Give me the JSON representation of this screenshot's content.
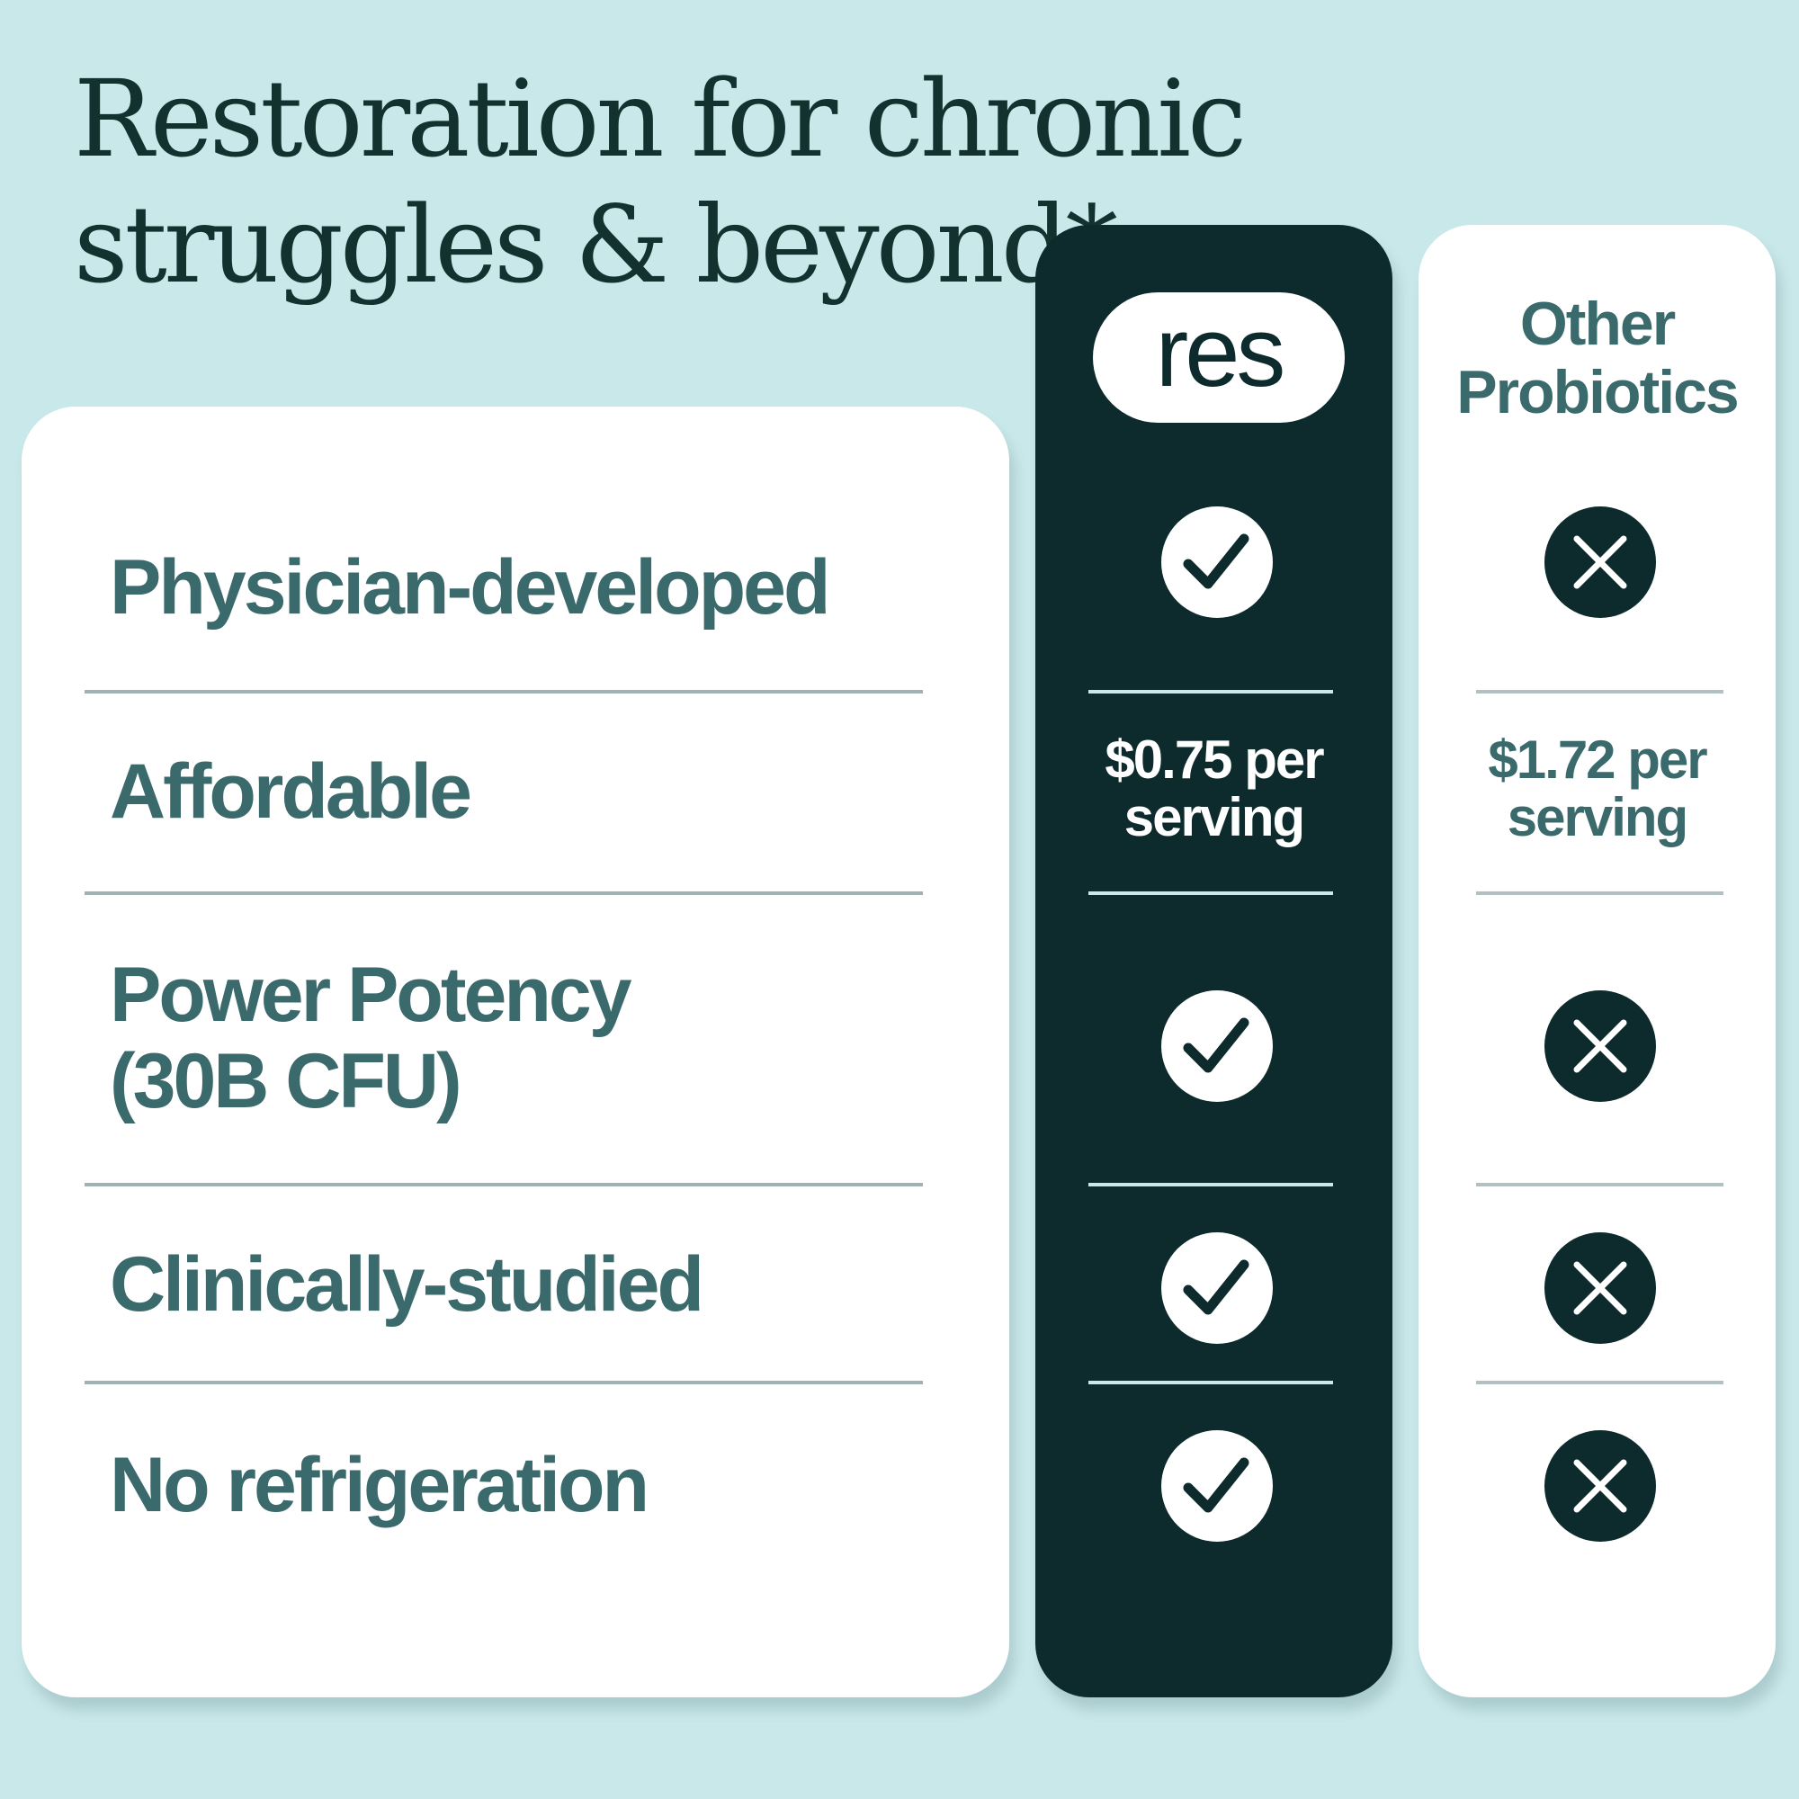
{
  "headline": {
    "line1": "Restoration for chronic",
    "line2": "struggles & beyond*"
  },
  "features": [
    {
      "label_line1": "Physician-developed"
    },
    {
      "label_line1": "Affordable"
    },
    {
      "label_line1": "Power Potency",
      "label_line2": "(30B CFU)"
    },
    {
      "label_line1": "Clinically-studied"
    },
    {
      "label_line1": "No refrigeration"
    }
  ],
  "columns": {
    "res": {
      "logo_text": "res",
      "values": [
        "check",
        "price",
        "check",
        "check",
        "check"
      ],
      "price_line1": "$0.75 per",
      "price_line2": "serving"
    },
    "other": {
      "title_line1": "Other",
      "title_line2": "Probiotics",
      "values": [
        "cross",
        "price",
        "cross",
        "cross",
        "cross"
      ],
      "price_line1": "$1.72 per",
      "price_line2": "serving"
    }
  },
  "colors": {
    "background": "#c9e8ea",
    "dark": "#0d2b2c",
    "feature_text": "#3a6a6c",
    "card": "#ffffff"
  },
  "icons": [
    "check-circle-icon",
    "x-circle-icon"
  ]
}
